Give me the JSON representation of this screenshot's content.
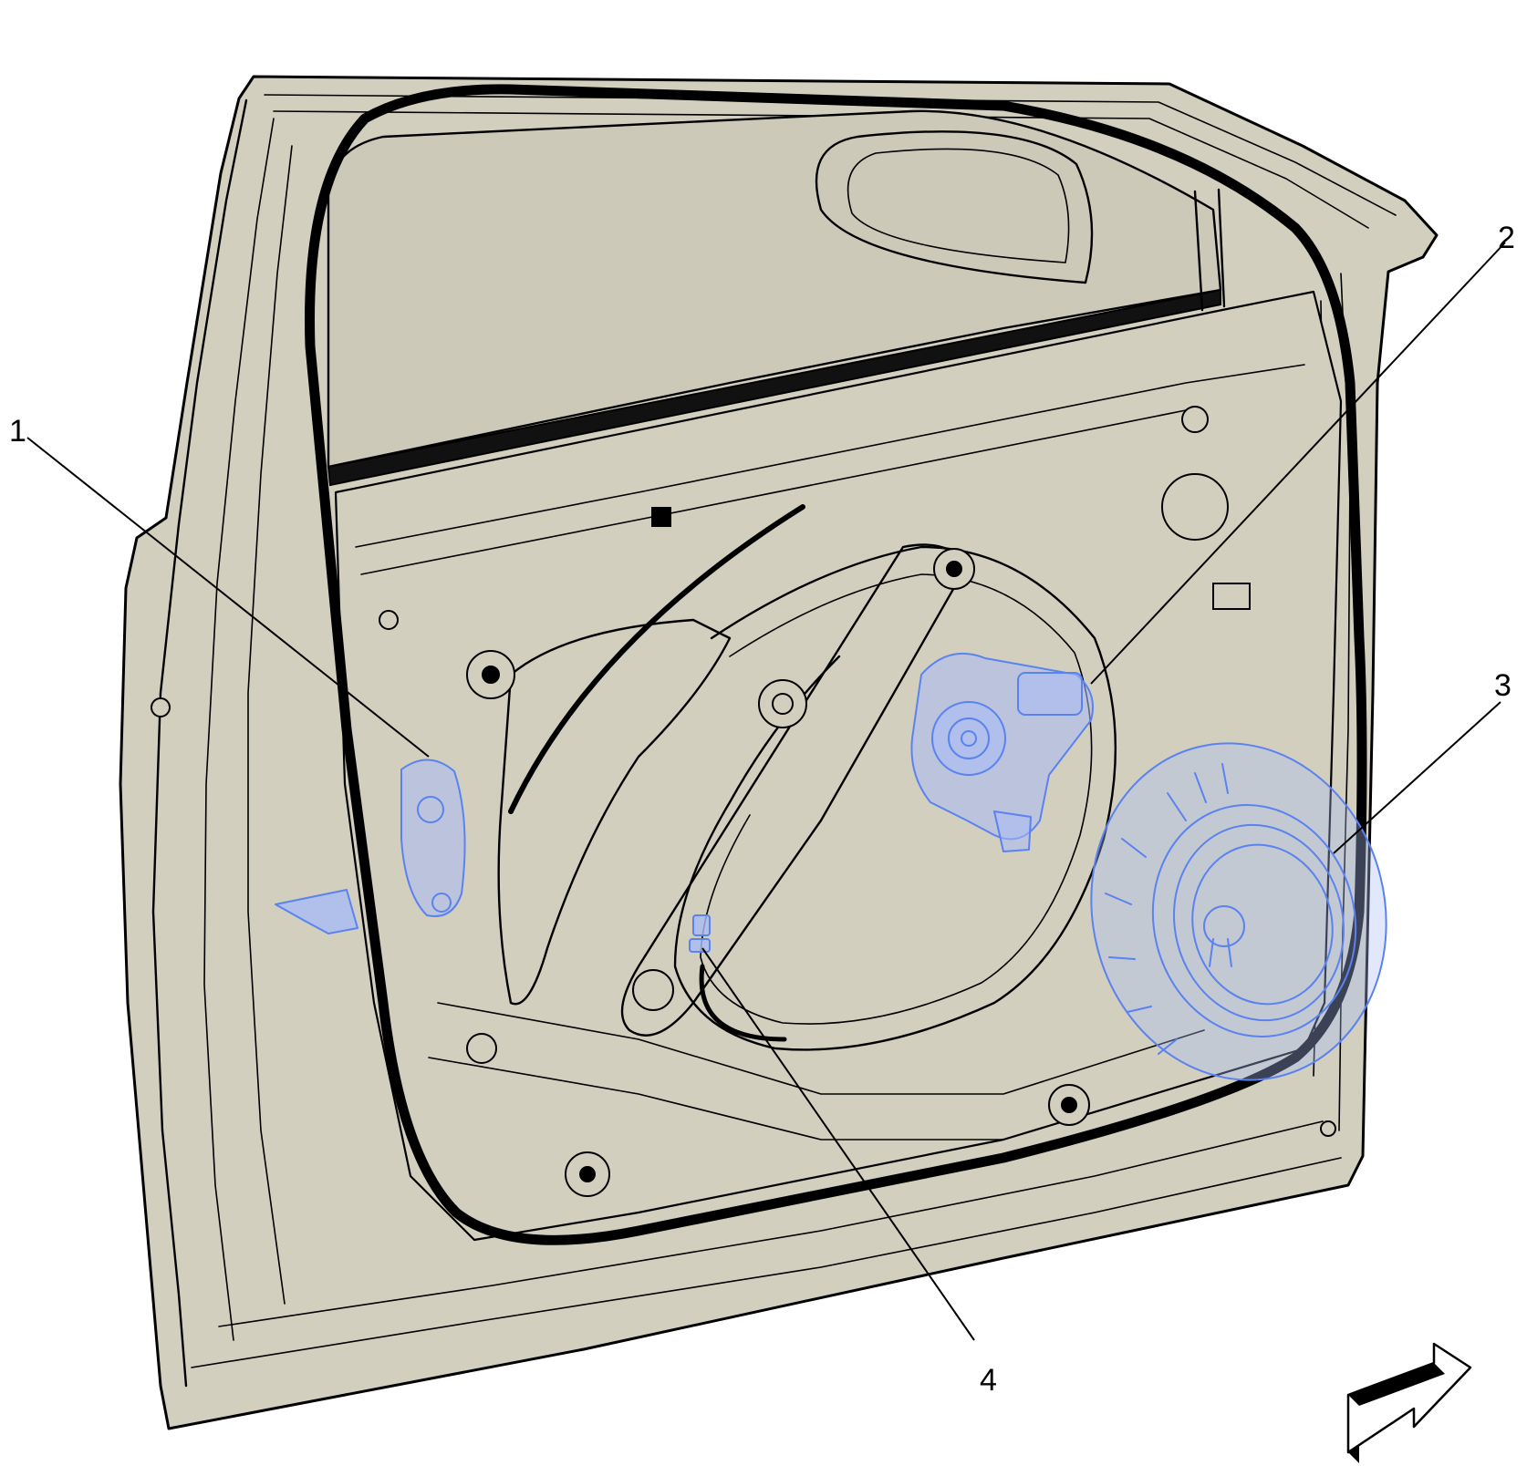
{
  "colors": {
    "panel_fill": "#d2cfbf",
    "window_fill": "#ccc9b9",
    "outline": "#000000",
    "highlight_stroke": "#5a82f0",
    "highlight_fill": "#a9bcf5",
    "background": "#ffffff"
  },
  "callouts": [
    {
      "id": "1",
      "label": "1"
    },
    {
      "id": "2",
      "label": "2"
    },
    {
      "id": "3",
      "label": "3"
    },
    {
      "id": "4",
      "label": "4"
    }
  ],
  "icons": {
    "orientation_arrow": "view-direction-arrow-icon"
  }
}
